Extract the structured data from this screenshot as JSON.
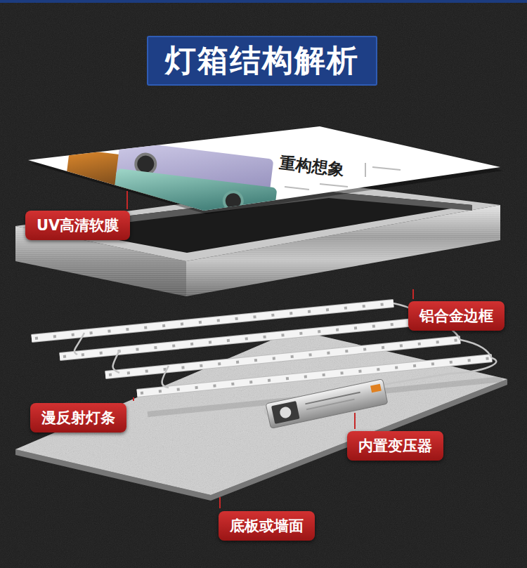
{
  "diagram": {
    "title": "灯箱结构解析",
    "nodes": [
      {
        "text": [
          "UV高清软膜"
        ]
      },
      {
        "text": [
          "铝合金边框"
        ]
      },
      {
        "text": [
          "漫反射灯条"
        ]
      },
      {
        "text": [
          "内置变压器"
        ]
      },
      {
        "text": [
          "底板或墙面"
        ]
      }
    ],
    "labels": [
      "重构想象"
    ]
  }
}
